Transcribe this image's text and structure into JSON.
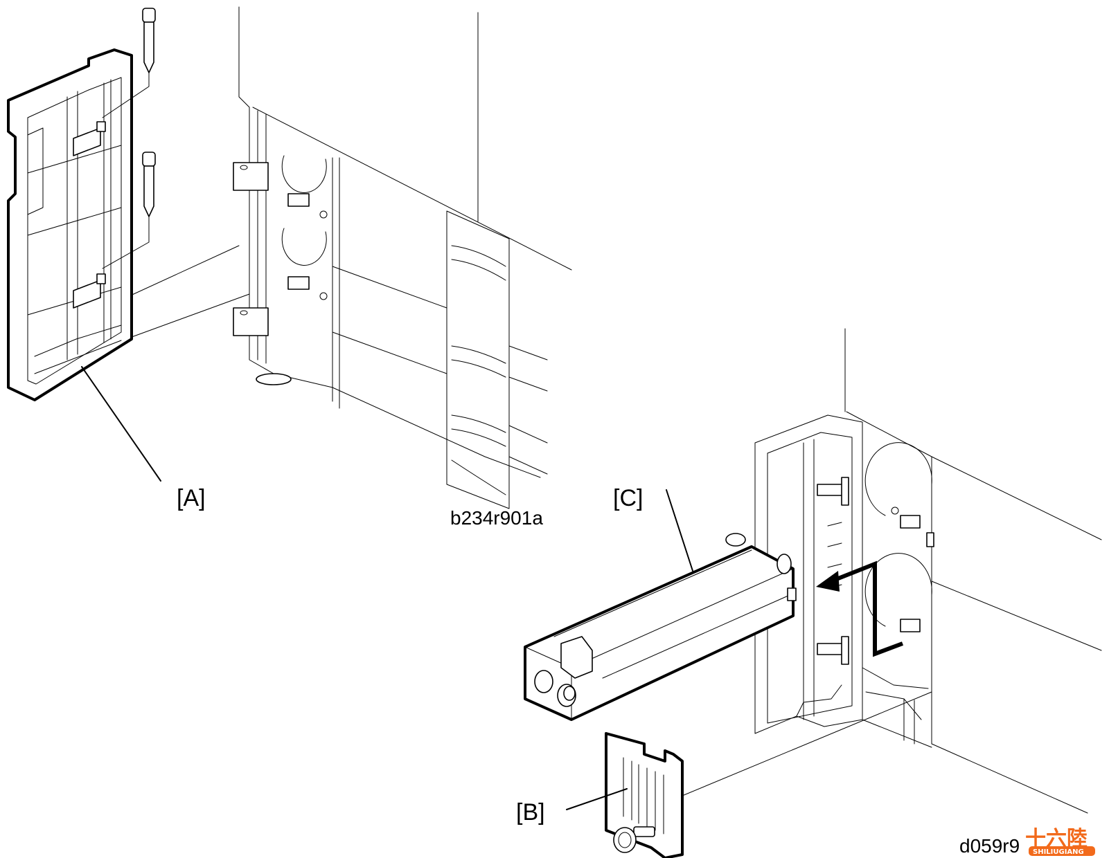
{
  "figure": {
    "left_panel": {
      "callout_a": "[A]",
      "figure_code": "b234r901a"
    },
    "right_panel": {
      "callout_b": "[B]",
      "callout_c": "[C]",
      "figure_code": "d059r9"
    },
    "watermark": {
      "text_cn": "十六陸",
      "text_en": "SHILIUGIANG",
      "color": "#f26a1b"
    }
  }
}
